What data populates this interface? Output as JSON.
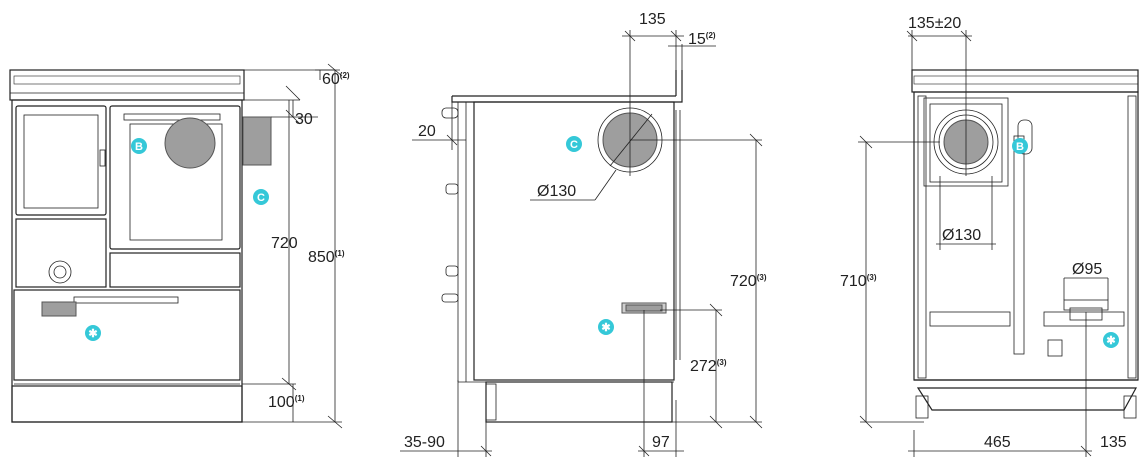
{
  "dims": {
    "front_60": "60",
    "front_60_sup": "(2)",
    "front_30": "30",
    "front_720": "720",
    "front_850": "850",
    "front_850_sup": "(1)",
    "front_100": "100",
    "front_100_sup": "(1)",
    "side_135": "135",
    "side_15": "15",
    "side_15_sup": "(2)",
    "side_20": "20",
    "side_d130": "Ø130",
    "side_720": "720",
    "side_720_sup": "(3)",
    "side_272": "272",
    "side_272_sup": "(3)",
    "side_35_90": "35-90",
    "side_97": "97",
    "back_135_20": "135±20",
    "back_d130": "Ø130",
    "back_d95": "Ø95",
    "back_710": "710",
    "back_710_sup": "(3)",
    "back_465": "465",
    "back_135": "135"
  },
  "badges": {
    "b": "B",
    "c": "C",
    "star": "✱"
  },
  "colors": {
    "badge": "#35c8d8",
    "flue_gray": "#9e9e9e"
  }
}
